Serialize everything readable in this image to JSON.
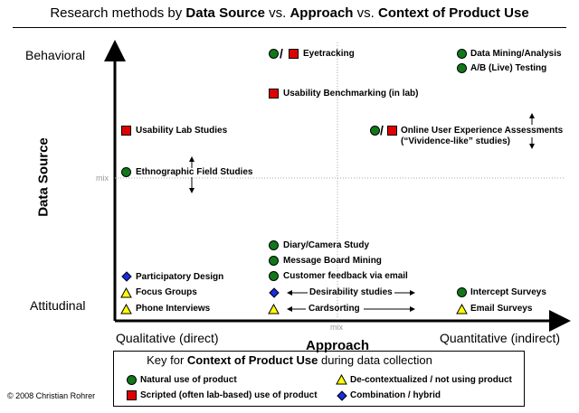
{
  "title": {
    "part1": "Research methods by ",
    "data_source": "Data Source",
    "vs1": " vs. ",
    "approach": "Approach",
    "vs2": " vs. ",
    "context": "Context of Product Use"
  },
  "axes": {
    "y_title": "Data Source",
    "y_top": "Behavioral",
    "y_bottom": "Attitudinal",
    "y_mid": "mix",
    "x_title": "Approach",
    "x_left": "Qualitative (direct)",
    "x_right": "Quantitative (indirect)",
    "x_mid": "mix"
  },
  "methods": {
    "eyetracking": "Eyetracking",
    "data_mining": "Data Mining/Analysis",
    "ab_testing": "A/B (Live) Testing",
    "usability_benchmarking": "Usability Benchmarking (in lab)",
    "usability_lab": "Usability Lab Studies",
    "online_ux_line1": "Online User Experience Assessments",
    "online_ux_line2": "(“Vividence-like” studies)",
    "ethnographic": "Ethnographic Field Studies",
    "diary": "Diary/Camera Study",
    "message_board": "Message Board Mining",
    "customer_feedback": "Customer feedback via email",
    "participatory": "Participatory Design",
    "desirability": "Desirability studies",
    "intercept": "Intercept Surveys",
    "focus_groups": "Focus Groups",
    "phone_interviews": "Phone Interviews",
    "cardsorting": "Cardsorting",
    "email_surveys": "Email Surveys"
  },
  "key": {
    "prefix": "Key for ",
    "bold": "Context of Product Use",
    "suffix": " during data collection",
    "natural": "Natural use of product",
    "scripted": "Scripted (often lab-based) use of product",
    "decontextualized": "De-contextualized / not using product",
    "combination": "Combination / hybrid"
  },
  "copyright": "© 2008 Christian Rohrer",
  "colors": {
    "natural": "#11781a",
    "scripted": "#e00000",
    "decontextualized": "#ffff00",
    "combination": "#1a2ce0",
    "mix_line": "#aaaaaa"
  }
}
